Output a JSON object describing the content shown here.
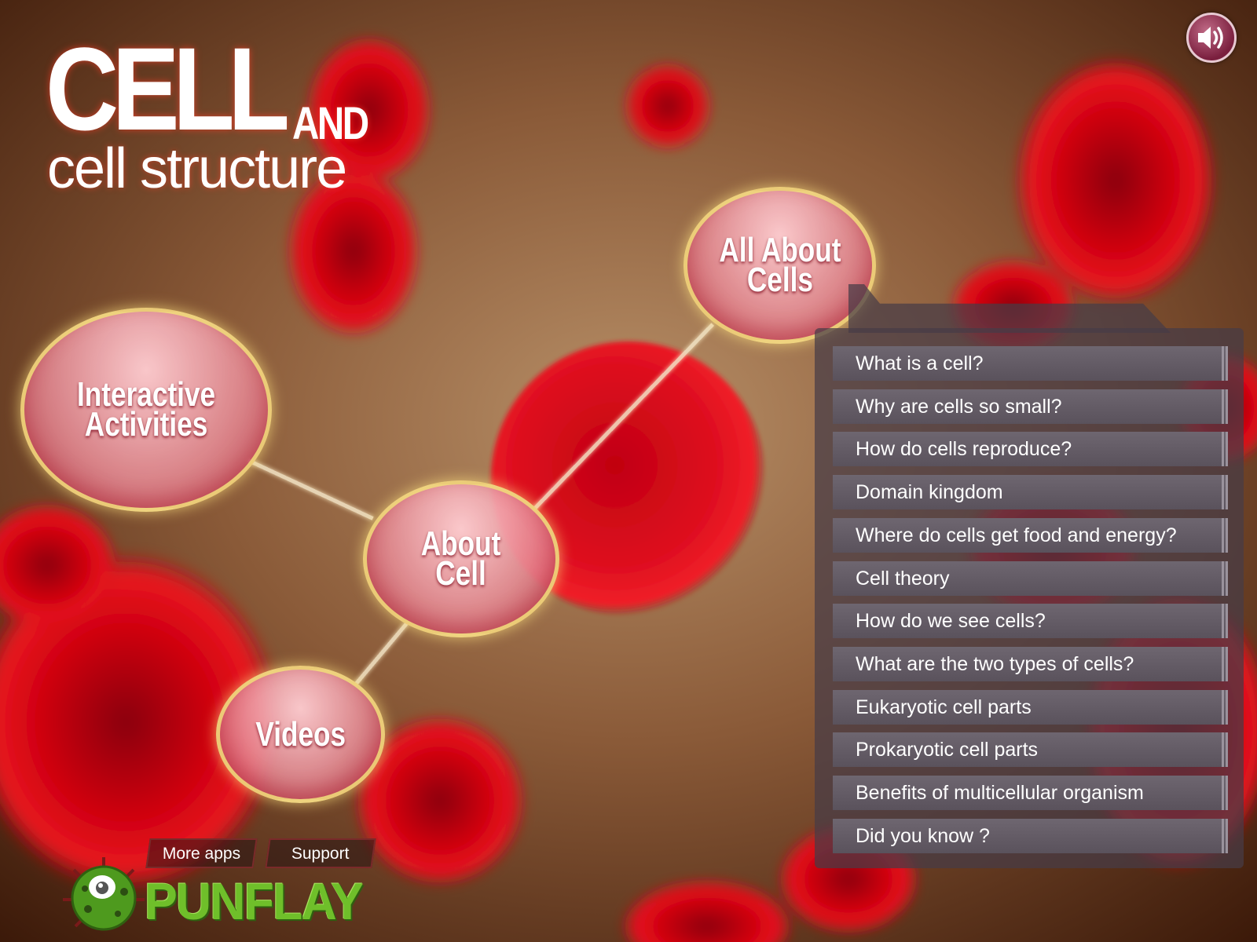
{
  "app": {
    "title_main": "CELL",
    "title_and": "AND",
    "title_sub": "cell structure"
  },
  "sound_button": {
    "icon": "speaker-icon"
  },
  "bubbles": {
    "all_about_cells": "All About\nCells",
    "interactive_activities": "Interactive\nActivities",
    "about_cell": "About\nCell",
    "videos": "Videos"
  },
  "menu": {
    "items": [
      "What is a cell?",
      "Why are cells so small?",
      "How do cells reproduce?",
      "Domain kingdom",
      "Where do cells get food and energy?",
      "Cell theory",
      "How do we see cells?",
      "What are the two types of cells?",
      "Eukaryotic cell parts",
      "Prokaryotic cell parts",
      "Benefits of multicellular organism",
      "Did you know ?"
    ]
  },
  "footer": {
    "more_apps": "More apps",
    "support": "Support",
    "brand": "PUNFLAY"
  },
  "colors": {
    "accent_red": "#e01020",
    "bubble_border": "#f0dc78",
    "panel_bg": "#463c46",
    "brand_green": "#6fbf2a"
  }
}
